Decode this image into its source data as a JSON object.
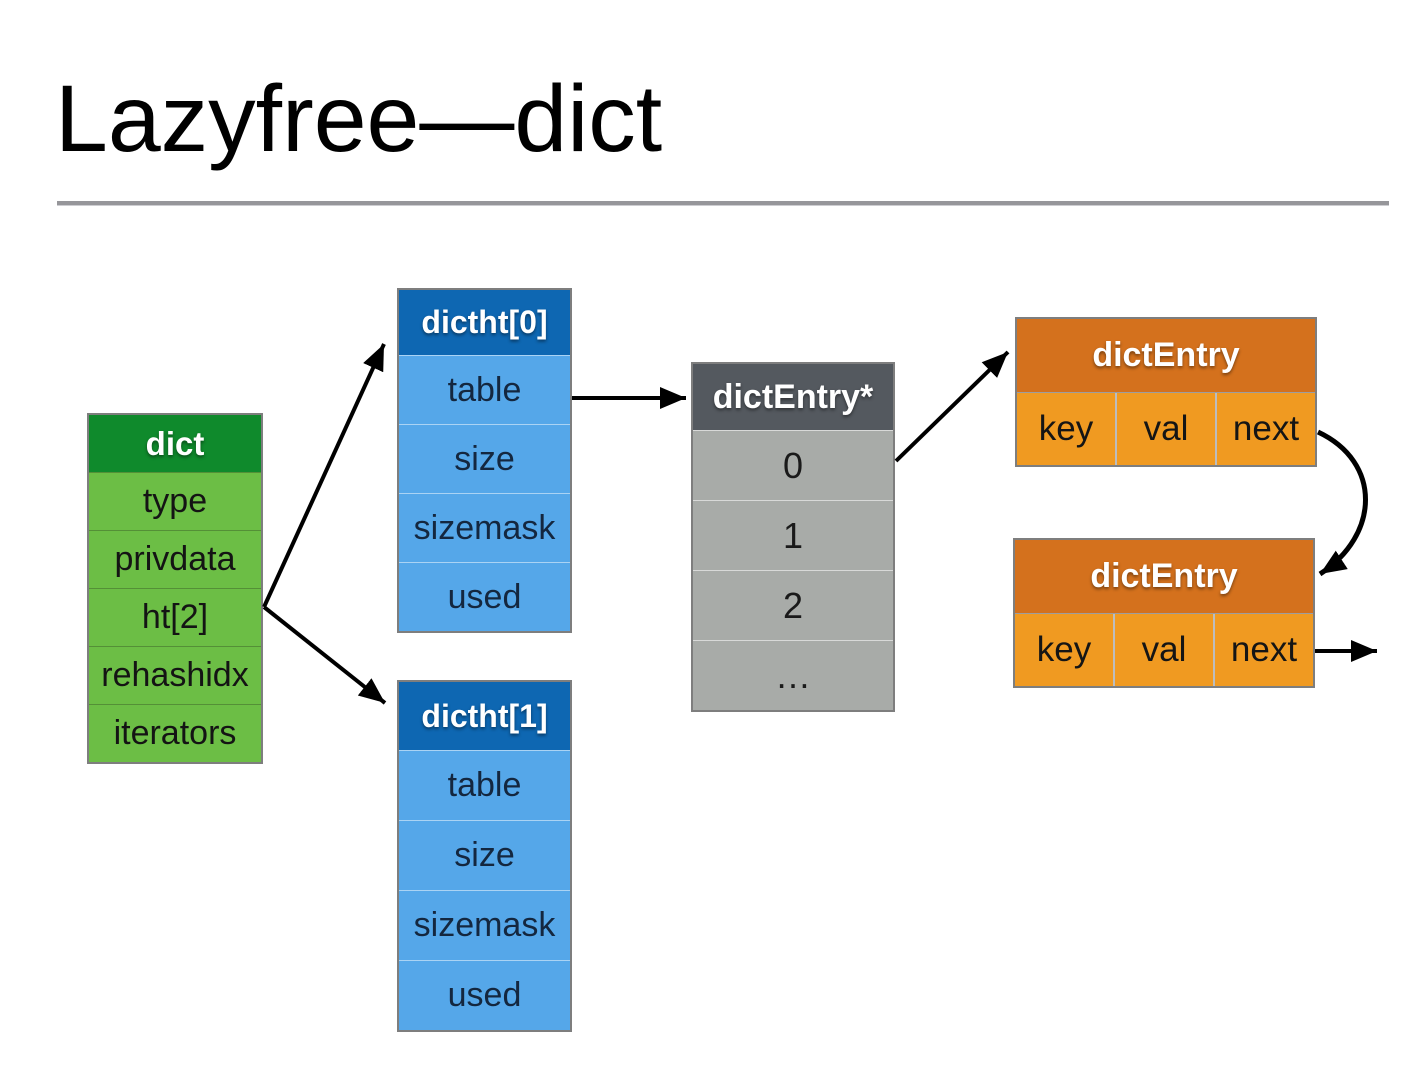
{
  "slide": {
    "title": "Lazyfree—dict",
    "background_color": "#ffffff",
    "divider_color": "#96969a",
    "arrow_color": "#000000"
  },
  "tables": {
    "dict": {
      "header": "dict",
      "header_bg": "#0f8a2c",
      "row_bg": "#6cbe45",
      "rows": [
        "type",
        "privdata",
        "ht[2]",
        "rehashidx",
        "iterators"
      ]
    },
    "dictht0": {
      "header": "dictht[0]",
      "header_bg": "#0e67b2",
      "row_bg": "#55a7e9",
      "rows": [
        "table",
        "size",
        "sizemask",
        "used"
      ]
    },
    "dictht1": {
      "header": "dictht[1]",
      "header_bg": "#0e67b2",
      "row_bg": "#55a7e9",
      "rows": [
        "table",
        "size",
        "sizemask",
        "used"
      ]
    },
    "bucket_array": {
      "header": "dictEntry*",
      "header_bg": "#54595f",
      "row_bg": "#a8aba8",
      "rows": [
        "0",
        "1",
        "2",
        "…"
      ]
    },
    "dictentry_top": {
      "header": "dictEntry",
      "header_bg": "#d4711d",
      "cell_bg": "#f09a21",
      "cells": [
        "key",
        "val",
        "next"
      ]
    },
    "dictentry_bottom": {
      "header": "dictEntry",
      "header_bg": "#d4711d",
      "cell_bg": "#f09a21",
      "cells": [
        "key",
        "val",
        "next"
      ]
    }
  }
}
